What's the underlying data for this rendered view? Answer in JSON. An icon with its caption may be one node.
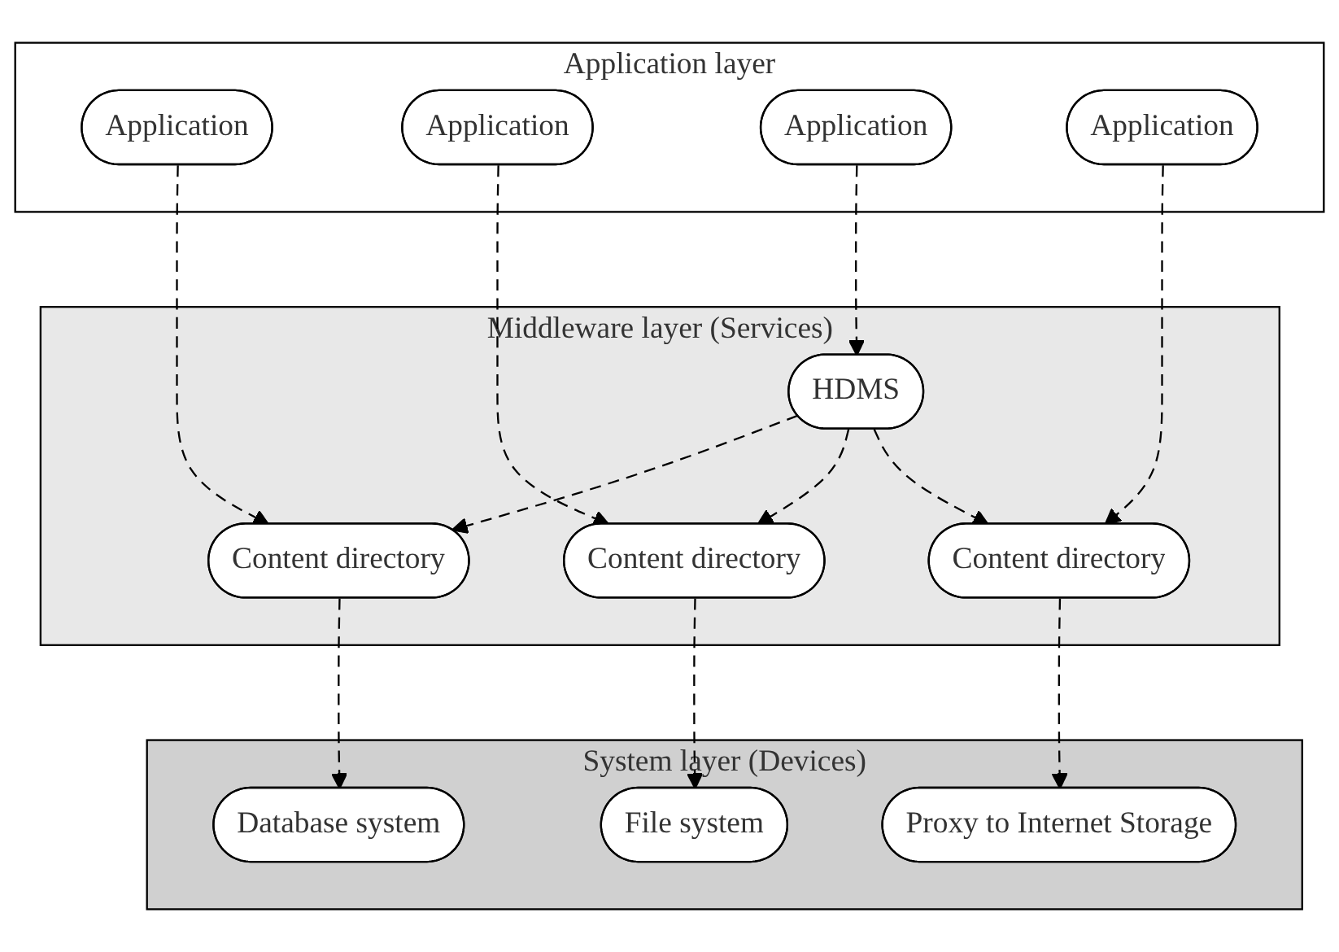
{
  "diagram": {
    "nodes": [
      {
        "text": [
          "Application layer"
        ]
      },
      {
        "text": [
          "Application"
        ],
        "in": 0
      },
      {
        "text": [
          "Application"
        ],
        "in": 0
      },
      {
        "text": [
          "Application"
        ],
        "in": 0
      },
      {
        "text": [
          "Application"
        ],
        "in": 0
      },
      {
        "text": [
          "Middleware layer (Services)"
        ]
      },
      {
        "text": [
          "HDMS"
        ],
        "in": 5
      },
      {
        "text": [
          "Content directory"
        ],
        "in": 5
      },
      {
        "text": [
          "Content directory"
        ],
        "in": 5
      },
      {
        "text": [
          "Content directory"
        ],
        "in": 5
      },
      {
        "text": [
          "System layer (Devices)"
        ]
      },
      {
        "text": [
          "Database system"
        ],
        "in": 10
      },
      {
        "text": [
          "File system"
        ],
        "in": 10
      },
      {
        "text": [
          "Proxy to Internet Storage"
        ],
        "in": 10
      }
    ],
    "edges": [
      {
        "from": 1,
        "to": 7,
        "arrow": "to",
        "style": "dashed"
      },
      {
        "from": 2,
        "to": 8,
        "arrow": "to",
        "style": "dashed"
      },
      {
        "from": 3,
        "to": 6,
        "arrow": "to",
        "style": "dashed"
      },
      {
        "from": 4,
        "to": 9,
        "arrow": "to",
        "style": "dashed"
      },
      {
        "from": 6,
        "to": 7,
        "arrow": "to",
        "style": "dashed"
      },
      {
        "from": 6,
        "to": 8,
        "arrow": "to",
        "style": "dashed"
      },
      {
        "from": 6,
        "to": 9,
        "arrow": "to",
        "style": "dashed"
      },
      {
        "from": 7,
        "to": 11,
        "arrow": "to",
        "style": "dashed"
      },
      {
        "from": 8,
        "to": 12,
        "arrow": "to",
        "style": "dashed"
      },
      {
        "from": 9,
        "to": 13,
        "arrow": "to",
        "style": "dashed"
      }
    ]
  }
}
